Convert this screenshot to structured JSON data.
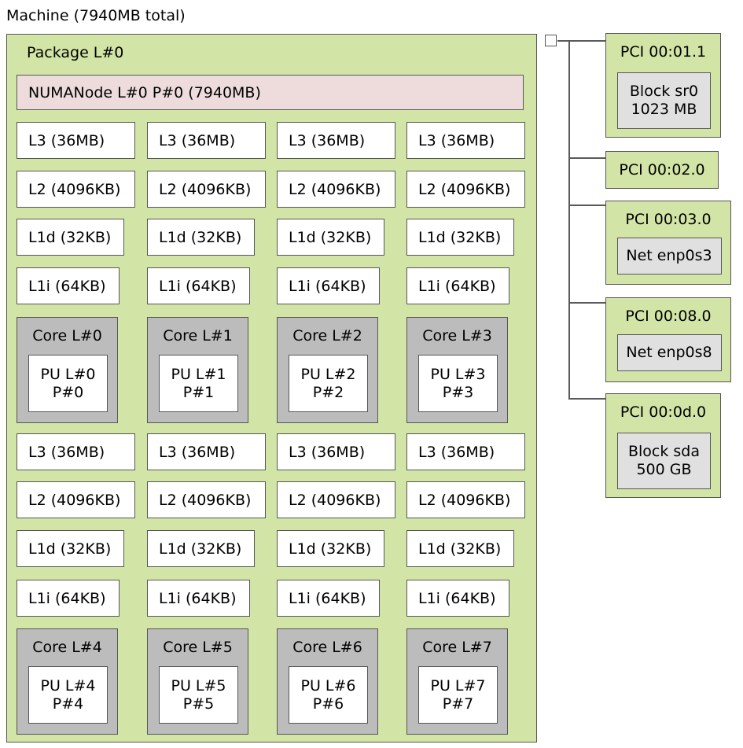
{
  "machine": {
    "title": "Machine (7940MB total)"
  },
  "package": {
    "label": "Package L#0",
    "numanode_label": "NUMANode L#0 P#0 (7940MB)",
    "cache_types": [
      {
        "key": "l3",
        "label": "L3 (36MB)"
      },
      {
        "key": "l2",
        "label": "L2 (4096KB)"
      },
      {
        "key": "l1d",
        "label": "L1d (32KB)"
      },
      {
        "key": "l1i",
        "label": "L1i (64KB)"
      }
    ],
    "cores": [
      {
        "label": "Core L#0",
        "pu_lines": [
          "PU L#0",
          "P#0"
        ]
      },
      {
        "label": "Core L#1",
        "pu_lines": [
          "PU L#1",
          "P#1"
        ]
      },
      {
        "label": "Core L#2",
        "pu_lines": [
          "PU L#2",
          "P#2"
        ]
      },
      {
        "label": "Core L#3",
        "pu_lines": [
          "PU L#3",
          "P#3"
        ]
      },
      {
        "label": "Core L#4",
        "pu_lines": [
          "PU L#4",
          "P#4"
        ]
      },
      {
        "label": "Core L#5",
        "pu_lines": [
          "PU L#5",
          "P#5"
        ]
      },
      {
        "label": "Core L#6",
        "pu_lines": [
          "PU L#6",
          "P#6"
        ]
      },
      {
        "label": "Core L#7",
        "pu_lines": [
          "PU L#7",
          "P#7"
        ]
      }
    ]
  },
  "pci": {
    "devices": [
      {
        "label": "PCI 00:01.1",
        "child_type": "block",
        "child_lines": [
          "Block sr0",
          "1023 MB"
        ]
      },
      {
        "label": "PCI 00:02.0"
      },
      {
        "label": "PCI 00:03.0",
        "child_type": "net",
        "child_lines": [
          "Net enp0s3"
        ]
      },
      {
        "label": "PCI 00:08.0",
        "child_type": "net",
        "child_lines": [
          "Net enp0s8"
        ]
      },
      {
        "label": "PCI 00:0d.0",
        "child_type": "block",
        "child_lines": [
          "Block sda",
          "500 GB"
        ]
      }
    ]
  },
  "colors": {
    "package_green": "#d3e5a6",
    "numanode_pink": "#eedcdc",
    "core_gray": "#bcbcbc",
    "device_gray": "#e0e0e0",
    "box_white": "#ffffff",
    "border_gray": "#565656",
    "line_gray": "#5a5a5a",
    "text_black": "#000000"
  }
}
